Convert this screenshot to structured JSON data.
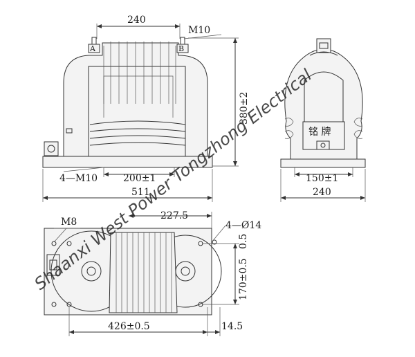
{
  "front_view": {
    "dim_top": "240",
    "bolt_label": "M10",
    "terminal_a": "A",
    "terminal_b": "B",
    "dim_height": "380±2",
    "dim_base_holes": "4—M10",
    "dim_center": "200±1",
    "dim_width": "511"
  },
  "side_view": {
    "nameplate": "铭 牌",
    "dim_inner": "150±1",
    "dim_width": "240"
  },
  "bottom_view": {
    "bolt_label": "M8",
    "dim_top": "227.5",
    "dim_holes": "4—Ø14",
    "dim_right_top": "0.5",
    "dim_right_mid": "170±0.5",
    "dim_bottom": "426±0.5",
    "dim_offset": "14.5"
  },
  "watermark": "Shaanxi West Power Tongzhong Electrical",
  "colors": {
    "line": "#333333",
    "background": "#ffffff",
    "fill": "#f3f3f3"
  }
}
